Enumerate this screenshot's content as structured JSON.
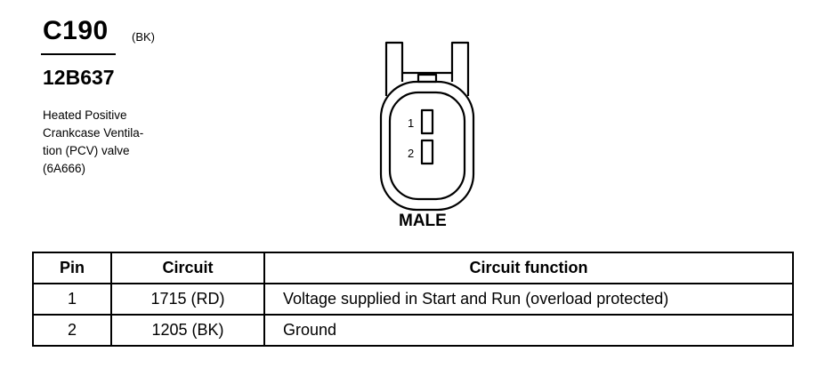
{
  "connector": {
    "id": "C190",
    "color_code": "(BK)",
    "part_number": "12B637",
    "description_lines": [
      "Heated Positive",
      "Crankcase Ventila-",
      "tion (PCV) valve",
      "(6A666)"
    ],
    "gender": "MALE",
    "pin_labels": [
      "1",
      "2"
    ]
  },
  "table": {
    "headers": {
      "pin": "Pin",
      "circuit": "Circuit",
      "function": "Circuit function"
    },
    "rows": [
      {
        "pin": "1",
        "circuit": "1715 (RD)",
        "function": "Voltage supplied in Start and Run (overload protected)"
      },
      {
        "pin": "2",
        "circuit": "1205 (BK)",
        "function": "Ground"
      }
    ]
  }
}
